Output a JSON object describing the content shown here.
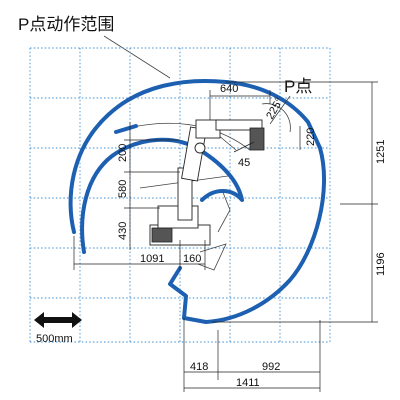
{
  "title": "P点动作范围",
  "p_point_label": "P点",
  "scale_label": "500mm",
  "dimensions": {
    "d640": "640",
    "d225": "225°",
    "d220": "220",
    "d45": "45",
    "d200": "200",
    "d580": "580",
    "d430": "430",
    "d1091": "1091",
    "d160": "160",
    "d1251": "1251",
    "d1196": "1196",
    "d418": "418",
    "d992": "992",
    "d1411": "1411"
  },
  "colors": {
    "envelope": "#1d5fb0",
    "grid": "#3a8fd6"
  }
}
